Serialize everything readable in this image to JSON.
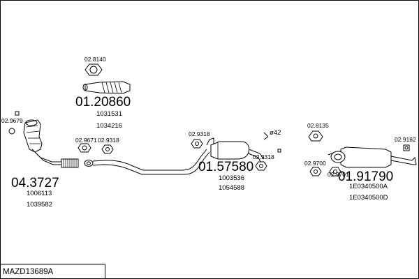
{
  "diagram_id": "MAZD13689A",
  "parts": {
    "front_pipe": {
      "number": "04.3727",
      "refs": [
        "1006113",
        "1039582"
      ]
    },
    "middle_muffler": {
      "number": "01.57580",
      "refs": [
        "1003536",
        "1054588"
      ]
    },
    "rear_muffler": {
      "number": "01.91790",
      "refs": [
        "1E0340500A",
        "1E0340500D"
      ]
    },
    "flex_pipe": {
      "number": "01.20860",
      "refs": [
        "1031531",
        "1034216"
      ]
    }
  },
  "fittings": {
    "f_9679": "02.9679",
    "f_8140": "02.8140",
    "f_9671": "02.9671",
    "f_9318_a": "02.9318",
    "f_9318_b": "02.9318",
    "f_9318_c": "02.9318",
    "f_8135": "02.8135",
    "f_9182": "02.9182",
    "f_9700": "02.9700",
    "f_9701": "02.9701"
  },
  "pipe_diameter": "ø42"
}
